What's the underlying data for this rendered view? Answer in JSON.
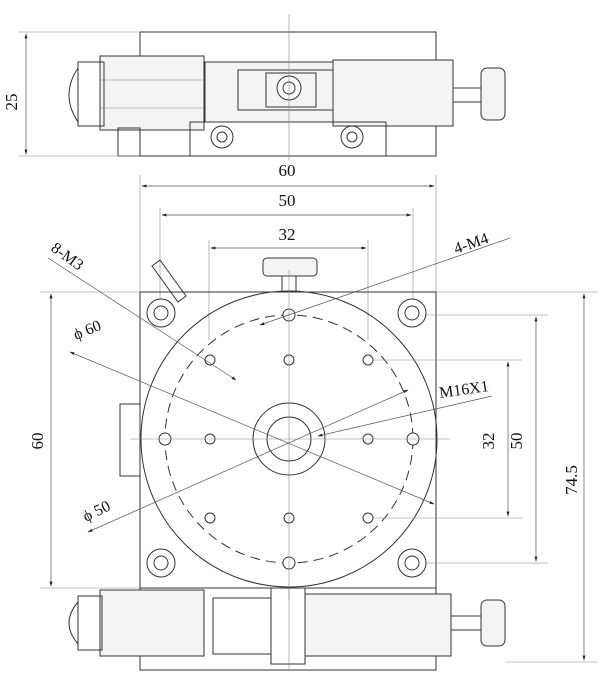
{
  "dimensions": {
    "side_height": "25",
    "overall_width": "60",
    "hole_span_outer": "50",
    "hole_span_inner": "32",
    "body_height_left": "60",
    "vertical_span_inner": "32",
    "vertical_span_outer": "50",
    "total_height": "74.5"
  },
  "callouts": {
    "tapped_holes_m3": "8-M3",
    "tapped_holes_m4": "4-M4",
    "diameter_60": "ϕ 60",
    "diameter_50": "ϕ 50",
    "center_thread": "M16X1"
  }
}
